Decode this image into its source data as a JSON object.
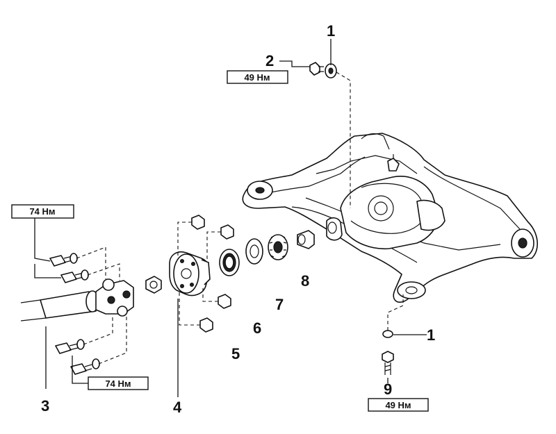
{
  "callouts": {
    "c1_top": "1",
    "c2": "2",
    "c3": "3",
    "c4": "4",
    "c5": "5",
    "c6": "6",
    "c7": "7",
    "c8": "8",
    "c1_bottom": "1",
    "c9": "9"
  },
  "torques": {
    "t_top": "49 Нм",
    "t_left_top": "74 Нм",
    "t_left_bottom": "74 Нм",
    "t_bottom_right": "49 Нм"
  }
}
